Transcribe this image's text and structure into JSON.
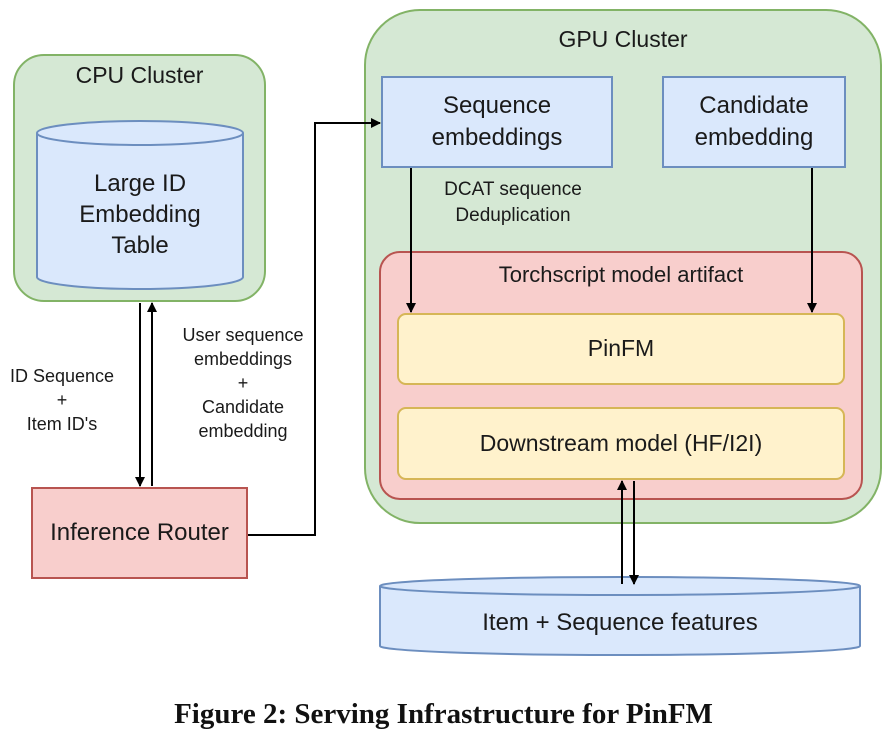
{
  "colors": {
    "cluster_fill": "#d5e8d4",
    "cluster_stroke": "#82b366",
    "blue_fill": "#dae8fc",
    "blue_stroke": "#6c8ebf",
    "red_fill": "#f8cecc",
    "red_stroke": "#b85450",
    "yellow_fill": "#fff2cc",
    "yellow_stroke": "#d6b656"
  },
  "cpu_cluster": {
    "title": "CPU Cluster",
    "table_line1": "Large ID",
    "table_line2": "Embedding",
    "table_line3": "Table"
  },
  "gpu_cluster": {
    "title": "GPU Cluster",
    "sequence_line1": "Sequence",
    "sequence_line2": "embeddings",
    "candidate_line1": "Candidate",
    "candidate_line2": "embedding",
    "dcat_line1": "DCAT sequence",
    "dcat_line2": "Deduplication",
    "artifact_title": "Torchscript model artifact",
    "pinfm": "PinFM",
    "downstream": "Downstream model (HF/I2I)"
  },
  "router": {
    "label": "Inference Router"
  },
  "edge_labels": {
    "id_seq_line1": "ID Sequence",
    "id_seq_line2": "+",
    "id_seq_line3": "Item ID's",
    "user_line1": "User sequence",
    "user_line2": "embeddings",
    "user_line3": "+",
    "user_line4": "Candidate",
    "user_line5": "embedding"
  },
  "features_db": {
    "label": "Item + Sequence features"
  },
  "caption": "Figure 2: Serving Infrastructure for PinFM",
  "icons": {
    "table": "cylinder-database-icon",
    "features": "cylinder-database-icon"
  }
}
